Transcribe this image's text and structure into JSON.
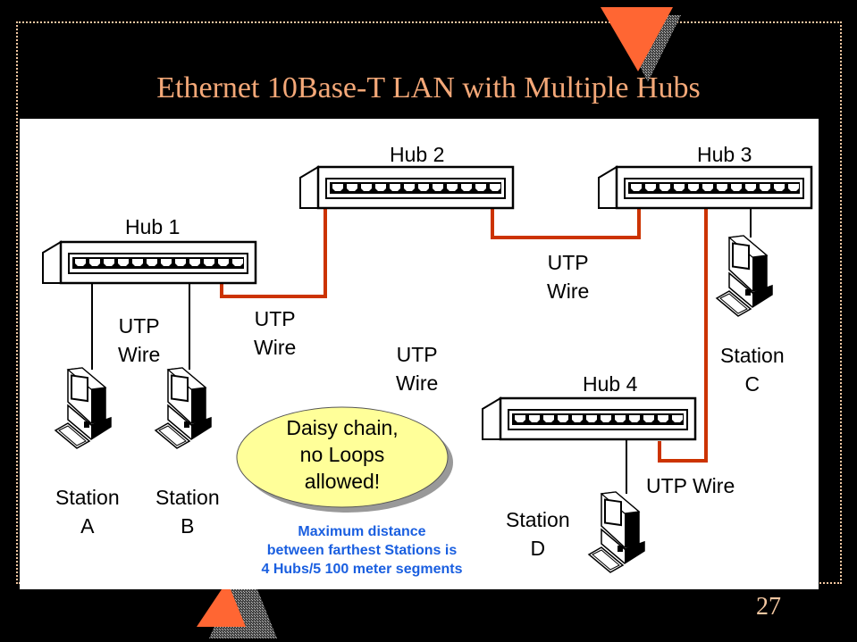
{
  "slide": {
    "title": "Ethernet 10Base-T LAN with Multiple Hubs",
    "page_number": "27",
    "colors": {
      "background": "#000000",
      "title": "#f4a878",
      "accent_triangle": "#ff6633",
      "wire": "#cc3300",
      "bubble": "#ffff99",
      "note": "#1a5fe0"
    }
  },
  "diagram": {
    "hubs": [
      {
        "label": "Hub 1"
      },
      {
        "label": "Hub 2"
      },
      {
        "label": "Hub 3"
      },
      {
        "label": "Hub 4"
      }
    ],
    "stations": [
      {
        "label": "Station\nA"
      },
      {
        "label": "Station\nB"
      },
      {
        "label": "Station\nC"
      },
      {
        "label": "Station\nD"
      }
    ],
    "wire_labels": [
      "UTP\nWire",
      "UTP\nWire",
      "UTP\nWire",
      "UTP\nWire",
      "UTP Wire"
    ],
    "callout": "Daisy chain,\nno Loops\nallowed!",
    "note": "Maximum distance\nbetween farthest Stations is\n4 Hubs/5 100 meter segments"
  }
}
